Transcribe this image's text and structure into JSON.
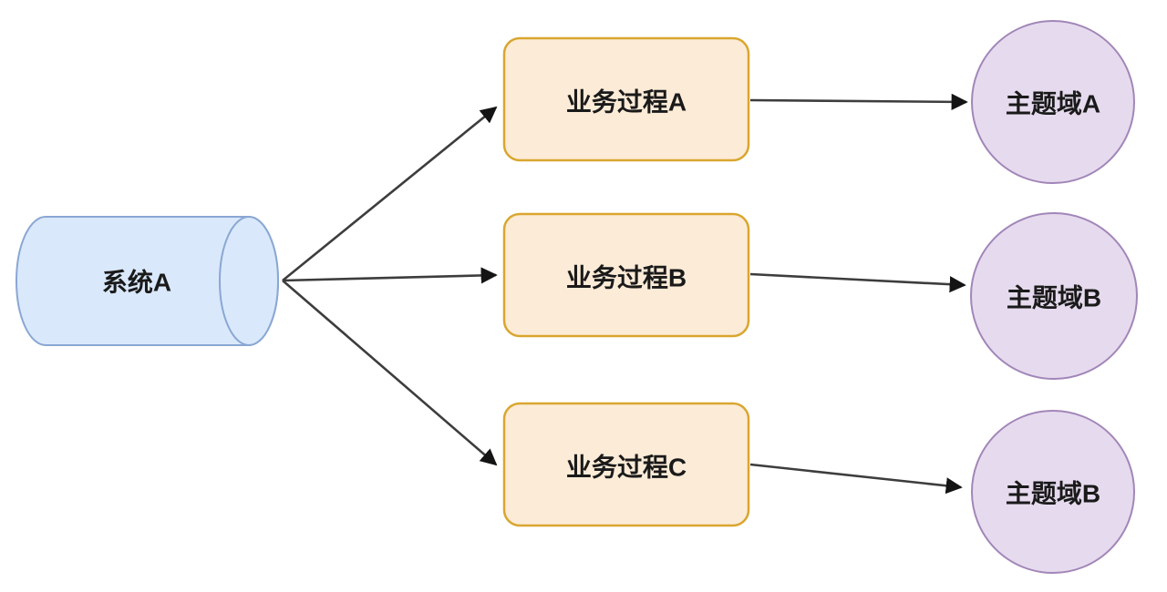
{
  "diagram": {
    "background": "#ffffff",
    "source": {
      "label": "系统A",
      "shape": "cylinder",
      "fill": "#d9e8fb",
      "stroke": "#8aa7d3"
    },
    "processes": [
      {
        "label": "业务过程A"
      },
      {
        "label": "业务过程B"
      },
      {
        "label": "业务过程C"
      }
    ],
    "process_style": {
      "shape": "rounded-rectangle",
      "fill": "#fcebd7",
      "stroke": "#d9a62f"
    },
    "domains": [
      {
        "label": "主题域A"
      },
      {
        "label": "主题域B"
      },
      {
        "label": "主题域B"
      }
    ],
    "domain_style": {
      "shape": "circle",
      "fill": "#e6dbee",
      "stroke": "#a286b8"
    },
    "edges": [
      {
        "from": "系统A",
        "to": "业务过程A"
      },
      {
        "from": "系统A",
        "to": "业务过程B"
      },
      {
        "from": "系统A",
        "to": "业务过程C"
      },
      {
        "from": "业务过程A",
        "to": "主题域A"
      },
      {
        "from": "业务过程B",
        "to": "主题域B"
      },
      {
        "from": "业务过程C",
        "to": "主题域B"
      }
    ],
    "arrow_color": "#3d3d3d"
  }
}
